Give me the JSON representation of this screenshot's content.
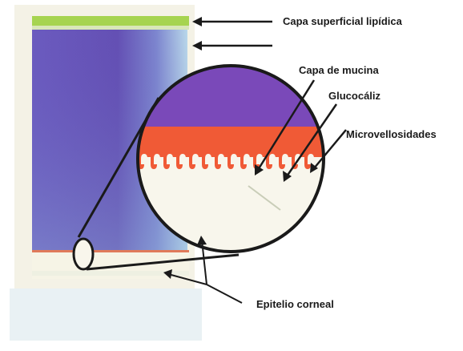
{
  "labels": {
    "lipid": "Capa superficial lipídica",
    "mucin": "Capa de mucina",
    "glycocalyx": "Glucocáliz",
    "microvilli": "Microvellosidades",
    "epithelium": "Epitelio corneal"
  },
  "colors": {
    "background_panel": "#f3f1e4",
    "lipid_layer": "#9bd34a",
    "aqueous_layer": "#6a55b6",
    "aqueous_layer_light": "#8a8fd0",
    "glycocalyx": "#f05a3a",
    "epithelium": "#f7f5ea",
    "outline": "#1a1a1a"
  }
}
